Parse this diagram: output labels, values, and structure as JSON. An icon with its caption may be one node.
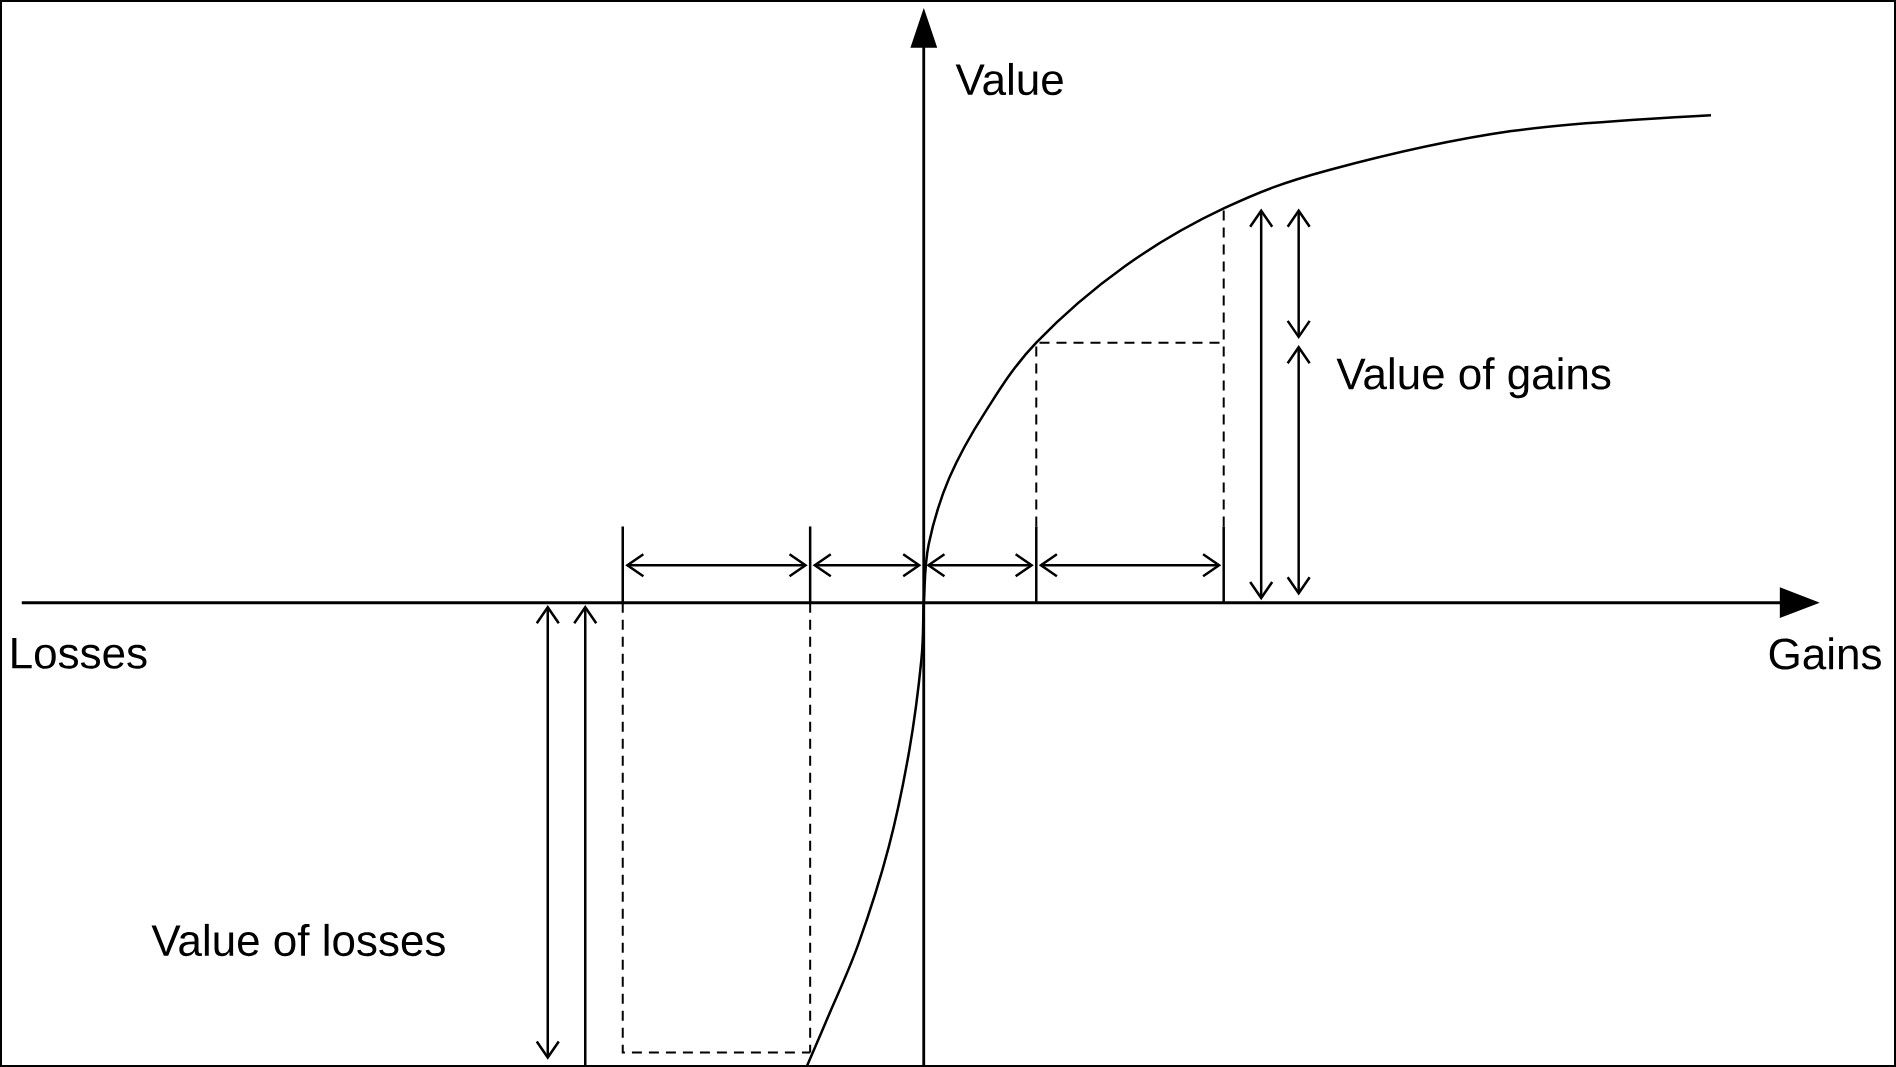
{
  "diagram": {
    "labels": [
      "Value",
      "Value of gains",
      "Losses",
      "Gains",
      "Value of losses"
    ]
  }
}
